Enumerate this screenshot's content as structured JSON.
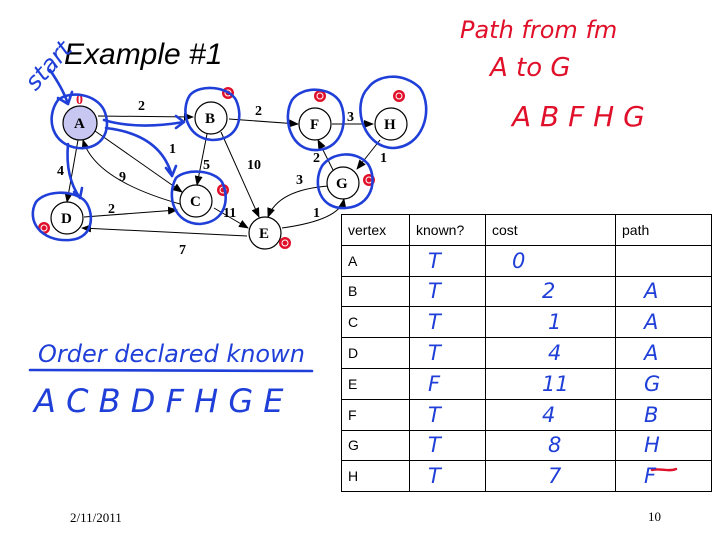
{
  "slide": {
    "title": "Example #1",
    "date": "2/11/2011",
    "page_number": "10"
  },
  "annotations": {
    "start_label": "start",
    "goal_line1": "Path from fm",
    "goal_line2": "A to G",
    "path_result": "A B F H G",
    "order_heading": "Order declared known",
    "order_sequence": "A C B D F H G E"
  },
  "graph": {
    "nodes": {
      "A": {
        "label": "A",
        "cost": "0"
      },
      "B": {
        "label": "B"
      },
      "C": {
        "label": "C"
      },
      "D": {
        "label": "D"
      },
      "E": {
        "label": "E"
      },
      "F": {
        "label": "F"
      },
      "G": {
        "label": "G"
      },
      "H": {
        "label": "H"
      }
    },
    "edges": [
      {
        "from": "A",
        "to": "B",
        "weight": "2"
      },
      {
        "from": "A",
        "to": "C",
        "weight": "1"
      },
      {
        "from": "A",
        "to": "D",
        "weight": "4"
      },
      {
        "from": "C",
        "to": "A",
        "weight": "9"
      },
      {
        "from": "B",
        "to": "F",
        "weight": "2"
      },
      {
        "from": "F",
        "to": "H",
        "weight": "3"
      },
      {
        "from": "H",
        "to": "G",
        "weight": "1"
      },
      {
        "from": "G",
        "to": "F",
        "weight": "2"
      },
      {
        "from": "B",
        "to": "C",
        "weight": "5"
      },
      {
        "from": "B",
        "to": "E",
        "weight": "10"
      },
      {
        "from": "G",
        "to": "E",
        "weight": "3"
      },
      {
        "from": "E",
        "to": "G",
        "weight": "1"
      },
      {
        "from": "D",
        "to": "C",
        "weight": "2"
      },
      {
        "from": "C",
        "to": "E",
        "weight": "11"
      },
      {
        "from": "E",
        "to": "D",
        "weight": "7"
      }
    ],
    "colors": {
      "node_fill_A": "#c7c7f2",
      "ink_blue": "#1f3fd8",
      "ink_red": "#e0102a"
    }
  },
  "table": {
    "headers": [
      "vertex",
      "known?",
      "cost",
      "path"
    ],
    "rows": [
      {
        "vertex": "A",
        "known": "T",
        "cost": "0",
        "path": ""
      },
      {
        "vertex": "B",
        "known": "T",
        "cost": "2",
        "path": "A"
      },
      {
        "vertex": "C",
        "known": "T",
        "cost": "1",
        "path": "A"
      },
      {
        "vertex": "D",
        "known": "T",
        "cost": "4",
        "path": "A"
      },
      {
        "vertex": "E",
        "known": "F",
        "cost": "11",
        "path": "G"
      },
      {
        "vertex": "F",
        "known": "T",
        "cost": "4",
        "path": "B"
      },
      {
        "vertex": "G",
        "known": "T",
        "cost": "8",
        "path": "H"
      },
      {
        "vertex": "H",
        "known": "T",
        "cost": "7",
        "path": "F"
      }
    ]
  }
}
